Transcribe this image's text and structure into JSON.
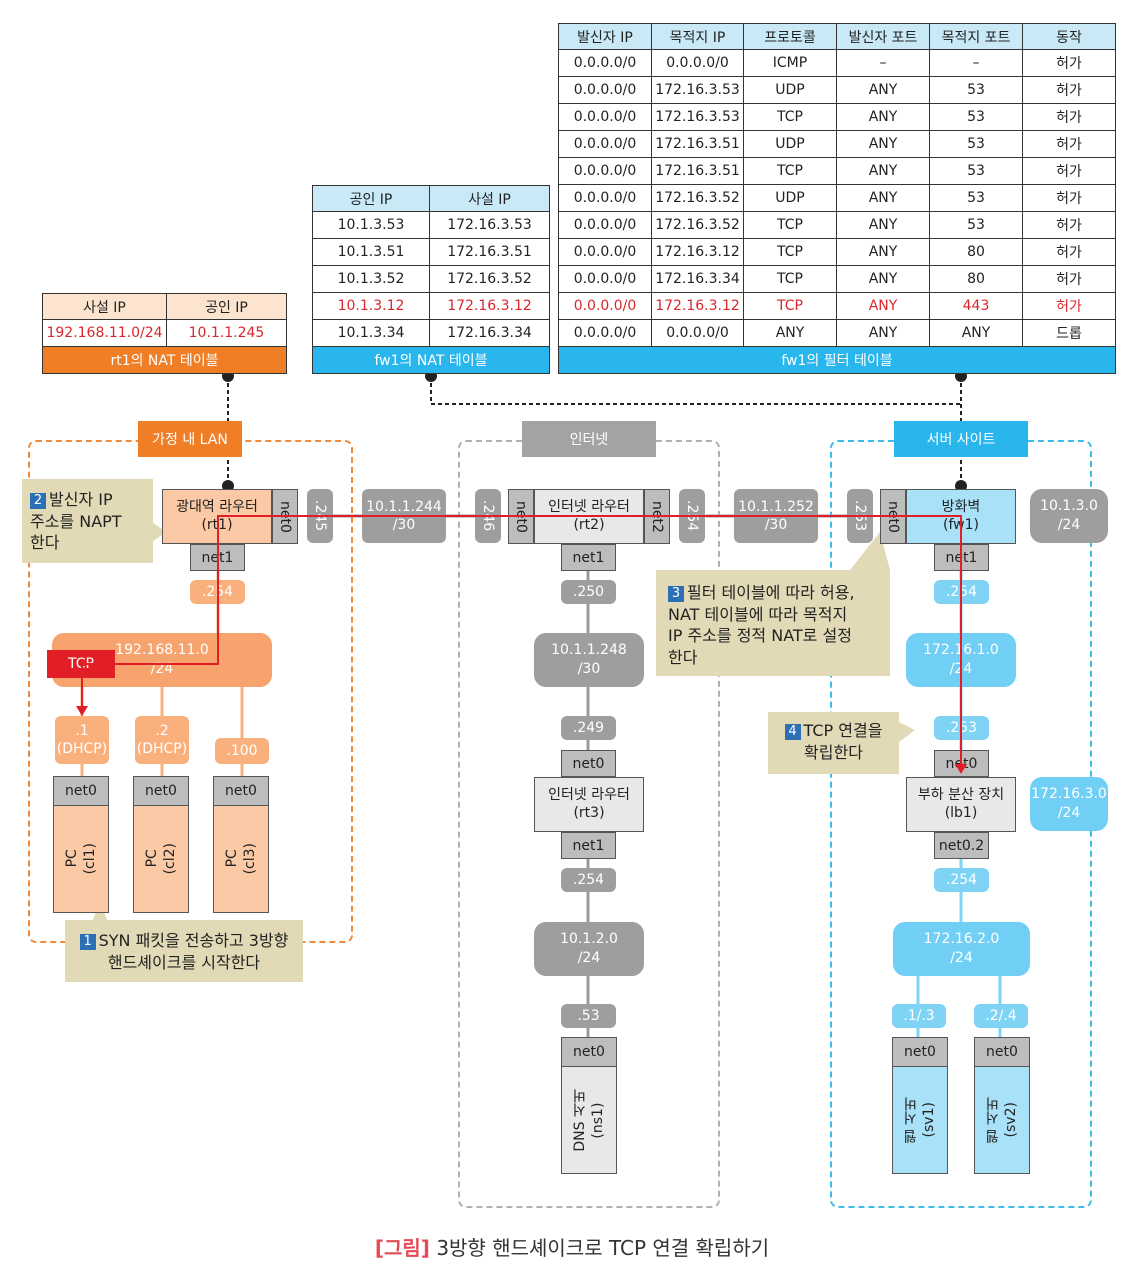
{
  "filter_table": {
    "headers": [
      "발신자 IP",
      "목적지 IP",
      "프로토콜",
      "발신자 포트",
      "목적지 포트",
      "동작"
    ],
    "rows": [
      [
        "0.0.0.0/0",
        "0.0.0.0/0",
        "ICMP",
        "–",
        "–",
        "허가"
      ],
      [
        "0.0.0.0/0",
        "172.16.3.53",
        "UDP",
        "ANY",
        "53",
        "허가"
      ],
      [
        "0.0.0.0/0",
        "172.16.3.53",
        "TCP",
        "ANY",
        "53",
        "허가"
      ],
      [
        "0.0.0.0/0",
        "172.16.3.51",
        "UDP",
        "ANY",
        "53",
        "허가"
      ],
      [
        "0.0.0.0/0",
        "172.16.3.51",
        "TCP",
        "ANY",
        "53",
        "허가"
      ],
      [
        "0.0.0.0/0",
        "172.16.3.52",
        "UDP",
        "ANY",
        "53",
        "허가"
      ],
      [
        "0.0.0.0/0",
        "172.16.3.52",
        "TCP",
        "ANY",
        "53",
        "허가"
      ],
      [
        "0.0.0.0/0",
        "172.16.3.12",
        "TCP",
        "ANY",
        "80",
        "허가"
      ],
      [
        "0.0.0.0/0",
        "172.16.3.34",
        "TCP",
        "ANY",
        "80",
        "허가"
      ],
      [
        "0.0.0.0/0",
        "172.16.3.12",
        "TCP",
        "ANY",
        "443",
        "허가"
      ],
      [
        "0.0.0.0/0",
        "0.0.0.0/0",
        "ANY",
        "ANY",
        "ANY",
        "드롭"
      ]
    ],
    "caption": "fw1의 필터 테이블"
  },
  "fw_nat_table": {
    "headers": [
      "공인 IP",
      "사설 IP"
    ],
    "rows": [
      [
        "10.1.3.53",
        "172.16.3.53"
      ],
      [
        "10.1.3.51",
        "172.16.3.51"
      ],
      [
        "10.1.3.52",
        "172.16.3.52"
      ],
      [
        "10.1.3.12",
        "172.16.3.12"
      ],
      [
        "10.1.3.34",
        "172.16.3.34"
      ]
    ],
    "caption": "fw1의 NAT 테이블"
  },
  "rt1_nat_table": {
    "headers": [
      "사설 IP",
      "공인 IP"
    ],
    "rows": [
      [
        "192.168.11.0/24",
        "10.1.1.245"
      ]
    ],
    "caption": "rt1의 NAT 테이블"
  },
  "zones": {
    "home": "가정 내 LAN",
    "internet": "인터넷",
    "server": "서버 사이트"
  },
  "home": {
    "rt1_label": "광대역 라우터\n(rt1)",
    "rt1_net0": "net0",
    "rt1_net1": "net1",
    "rt1_net0_ip": ".245",
    "rt1_net1_ip": ".254",
    "lan": "192.168.11.0\n/24",
    "host_ips": [
      ".1\n(DHCP)",
      ".2\n(DHCP)",
      ".100"
    ],
    "pcs": [
      {
        "port": "net0",
        "label": "PC\n(cl1)"
      },
      {
        "port": "net0",
        "label": "PC\n(cl2)"
      },
      {
        "port": "net0",
        "label": "PC\n(cl3)"
      }
    ],
    "tcp_tag": "TCP"
  },
  "internet": {
    "link_left": "10.1.1.244\n/30",
    "link_right": "10.1.1.252\n/30",
    "rt2_label": "인터넷 라우터\n(rt2)",
    "rt2_net0": "net0",
    "rt2_net2": "net2",
    "rt2_net1": "net1",
    "rt2_net0_ip": ".246",
    "rt2_net2_ip": ".254",
    "rt2_net1_ip": ".250",
    "mid_link": "10.1.1.248\n/30",
    "rt3_net0_ip": ".249",
    "rt3_net0": "net0",
    "rt3_label": "인터넷 라우터\n(rt3)",
    "rt3_net1": "net1",
    "rt3_net1_ip": ".254",
    "ns_net": "10.1.2.0\n/24",
    "ns_ip": ".53",
    "ns_port": "net0",
    "ns_label": "DNS 서버\n(ns1)"
  },
  "server": {
    "fw_net0_ip": ".253",
    "fw_net0": "net0",
    "fw_label": "방화벽\n(fw1)",
    "fw_net1": "net1",
    "fw_net1_ip": ".254",
    "public_net_right": "10.1.3.0\n/24",
    "dmz_net": "172.16.1.0\n/24",
    "lb_net0_ip": ".253",
    "lb_net0": "net0",
    "lb_label": "부하 분산 장치\n(lb1)",
    "lb_net02": "net0.2",
    "lb_net02_ip": ".254",
    "vip_net_right": "172.16.3.0\n/24",
    "web_net": "172.16.2.0\n/24",
    "sv_ips": [
      ".1/.3",
      ".2/.4"
    ],
    "servers": [
      {
        "port": "net0",
        "label": "웹 서버\n(sv1)"
      },
      {
        "port": "net0",
        "label": "웹 서버\n(sv2)"
      }
    ]
  },
  "notes": {
    "n1_num": "1",
    "n1": "SYN 패킷을 전송하고 3방향\n핸드셰이크를 시작한다",
    "n2_num": "2",
    "n2": "발신자 IP\n주소를 NAPT\n한다",
    "n3_num": "3",
    "n3": "필터 테이블에 따라 허용,\nNAT 테이블에 따라 목적지\nIP 주소를 정적 NAT로 설정\n한다",
    "n4_num": "4",
    "n4": "TCP 연결을\n확립한다"
  },
  "caption": {
    "tag": "[그림]",
    "text": "3방향 핸드셰이크로 TCP 연결 확립하기"
  },
  "colors": {
    "orange": "#f07e26",
    "blue": "#29b6ec",
    "gray": "#9e9e9e",
    "red": "#e21f26",
    "note": "#e2d9b6"
  }
}
